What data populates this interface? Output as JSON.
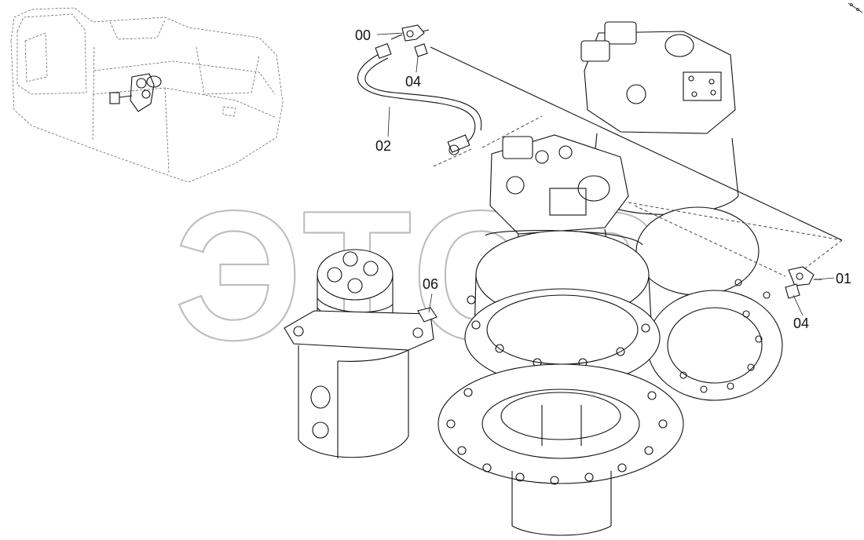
{
  "callouts": {
    "c00": "00",
    "c04_top": "04",
    "c02": "02",
    "c06": "06",
    "c01": "01",
    "c04_right": "04"
  },
  "watermark": "ЭТСР"
}
